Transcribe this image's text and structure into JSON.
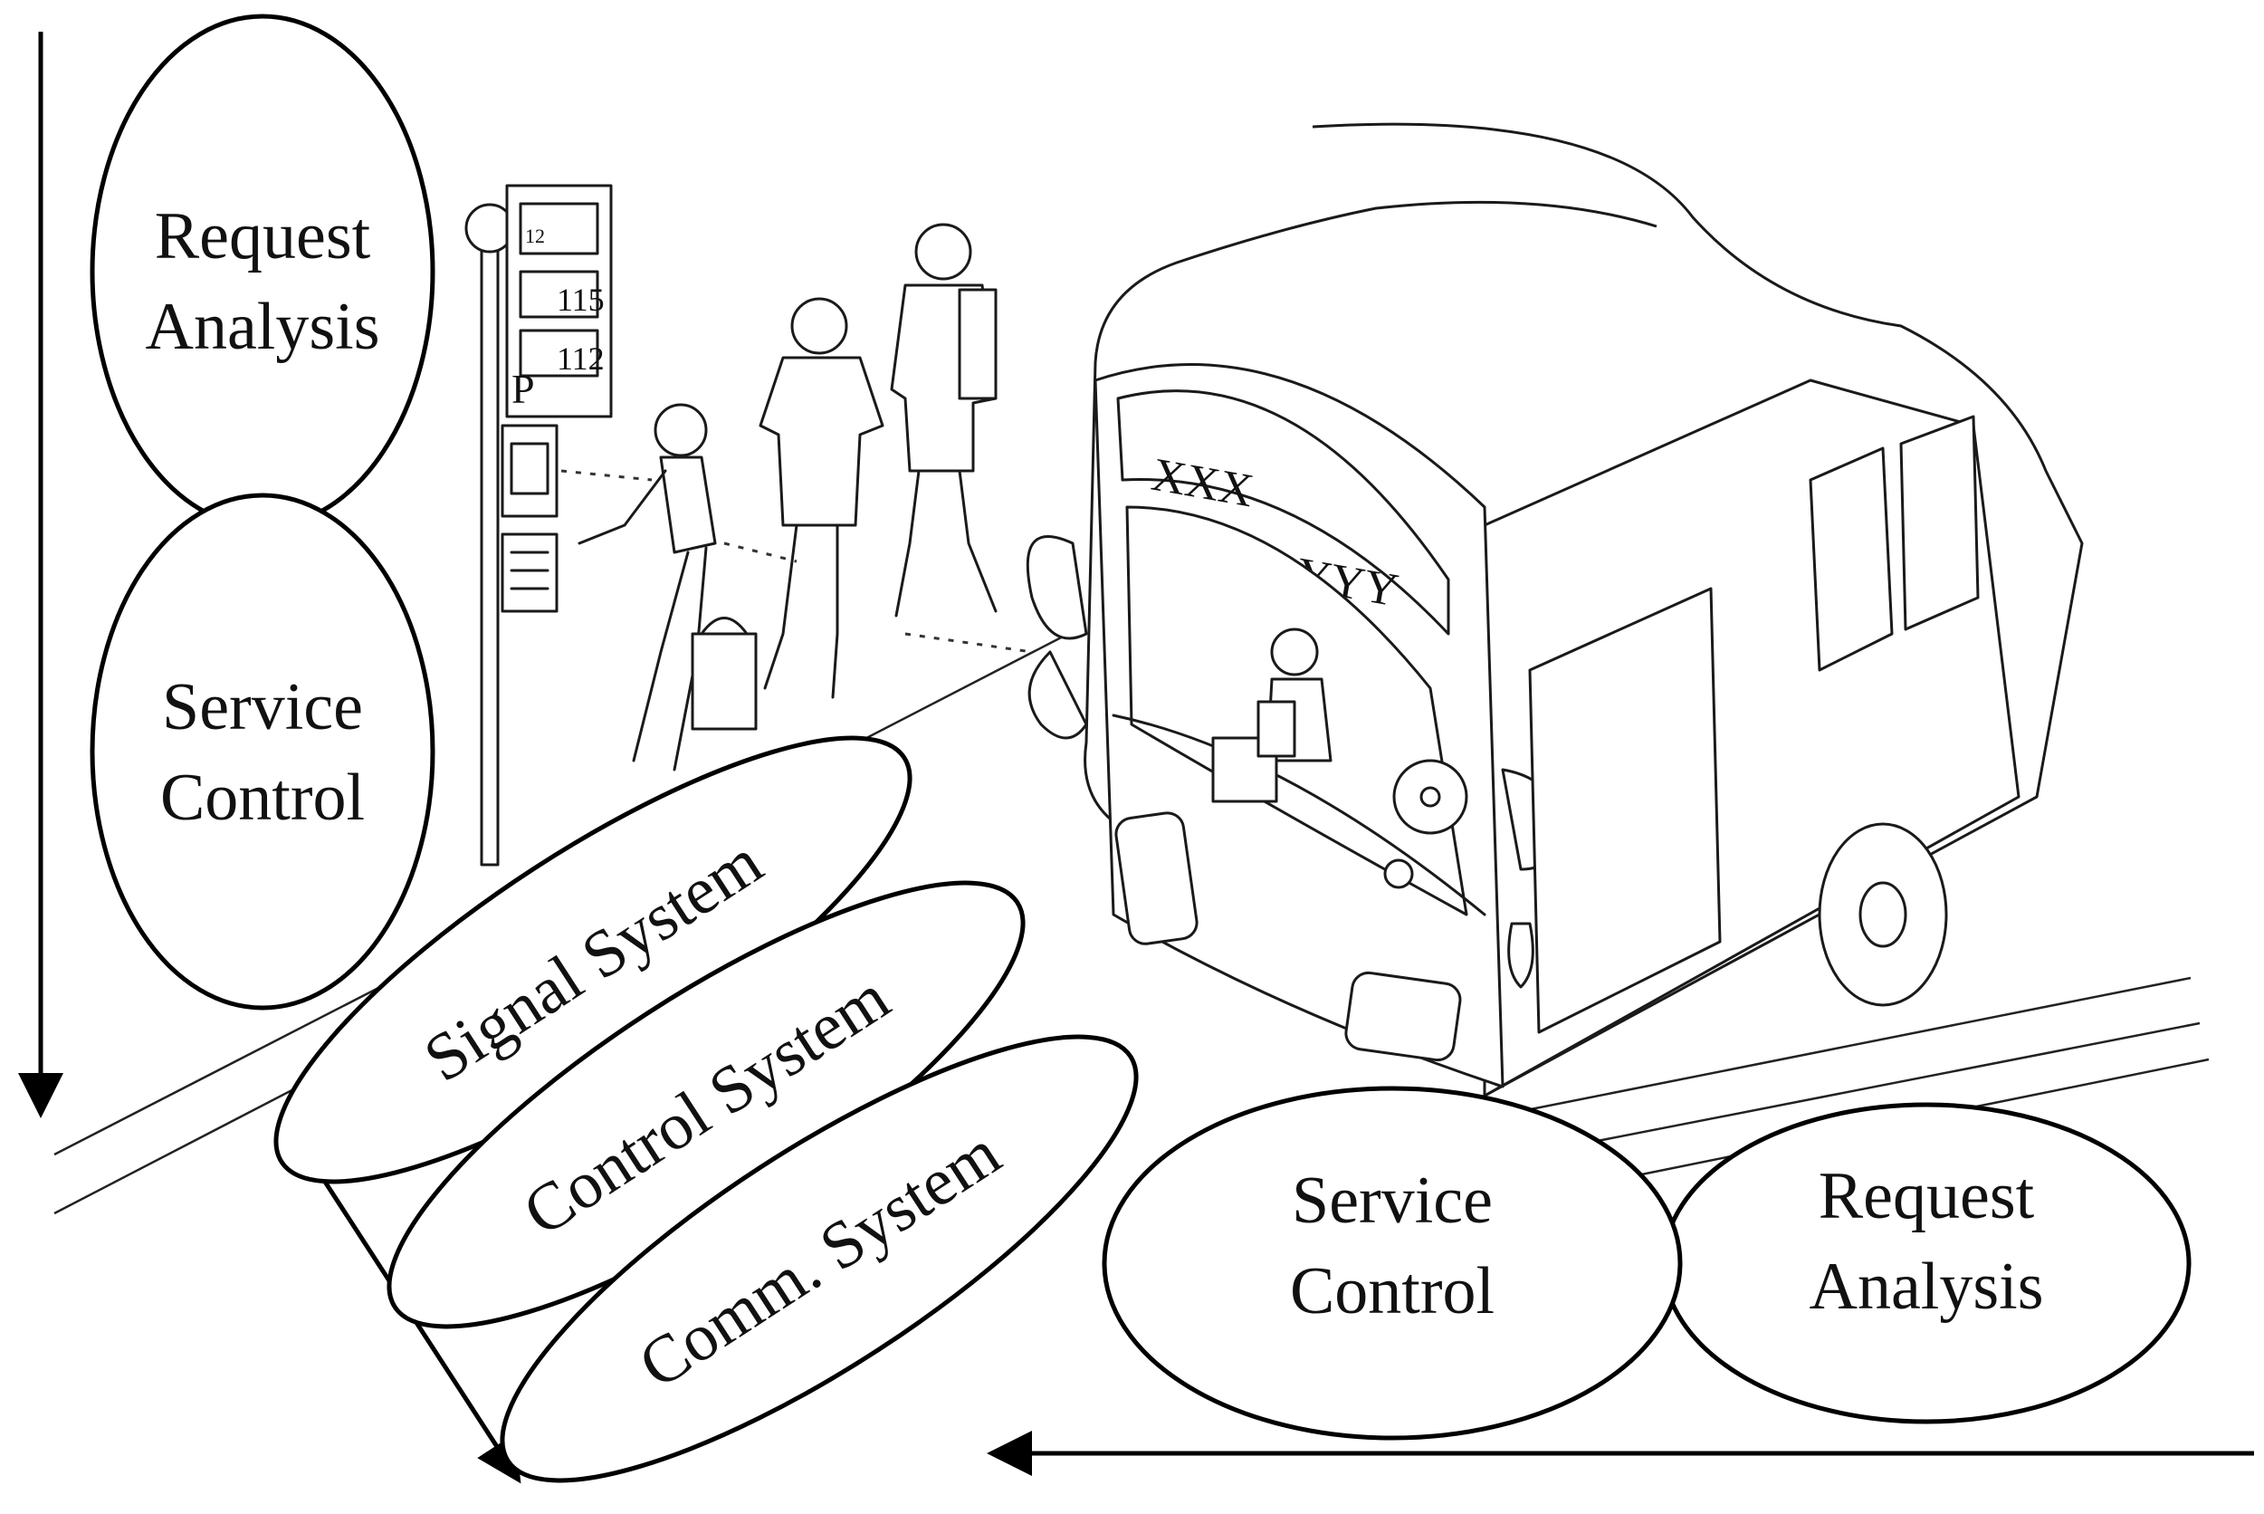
{
  "diagram": {
    "left_stack": {
      "top": [
        "Request",
        "Analysis"
      ],
      "bottom": [
        "Service",
        "Control"
      ]
    },
    "diagonal_stack": {
      "first": "Signal System",
      "second": "Control System",
      "third": "Comm. System"
    },
    "bottom_pair": {
      "left": [
        "Service",
        "Control"
      ],
      "right": [
        "Request",
        "Analysis"
      ]
    },
    "stop_sign": {
      "row1": "115",
      "row2": "112",
      "route_letter": "P"
    },
    "bus_destination": {
      "origin": "XXX",
      "destination": "YYY"
    }
  }
}
